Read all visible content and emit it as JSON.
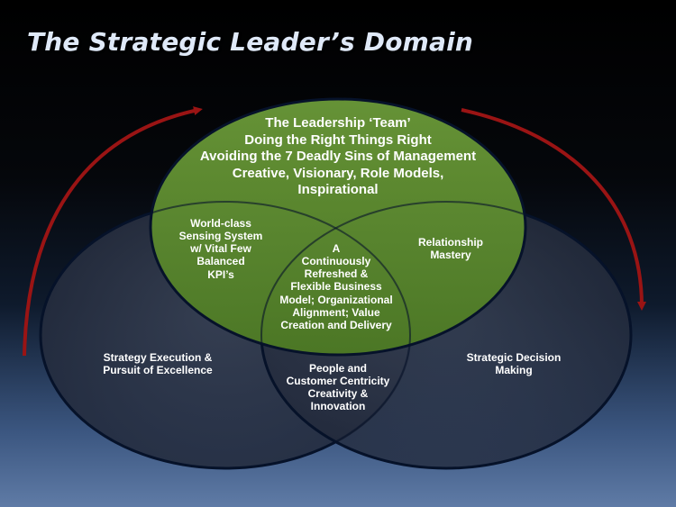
{
  "slide": {
    "title": "The Strategic Leader’s Domain"
  },
  "diagram": {
    "top_circle": {
      "lines": [
        "The Leadership ‘Team’",
        "Doing the Right Things Right",
        "Avoiding the 7 Deadly Sins of Management",
        "Creative, Visionary, Role Models,",
        "Inspirational"
      ]
    },
    "overlap_top_left": [
      "World-class",
      "Sensing System",
      "w/ Vital Few",
      "Balanced",
      "KPI’s"
    ],
    "overlap_top_right": [
      "Relationship",
      "Mastery"
    ],
    "center": [
      "A",
      "Continuously",
      "Refreshed &",
      "Flexible Business",
      "Model; Organizational",
      "Alignment; Value",
      "Creation and Delivery"
    ],
    "bottom_left_circle": [
      "Strategy Execution &",
      "Pursuit of Excellence"
    ],
    "bottom_right_circle": [
      "Strategic Decision",
      "Making"
    ],
    "overlap_bottom": [
      "People and",
      "Customer Centricity",
      "Creativity &",
      "Innovation"
    ]
  },
  "colors": {
    "green_fill": "#5d8a2f",
    "circle_outline": "#06122a",
    "arrow": "#9a1414"
  }
}
